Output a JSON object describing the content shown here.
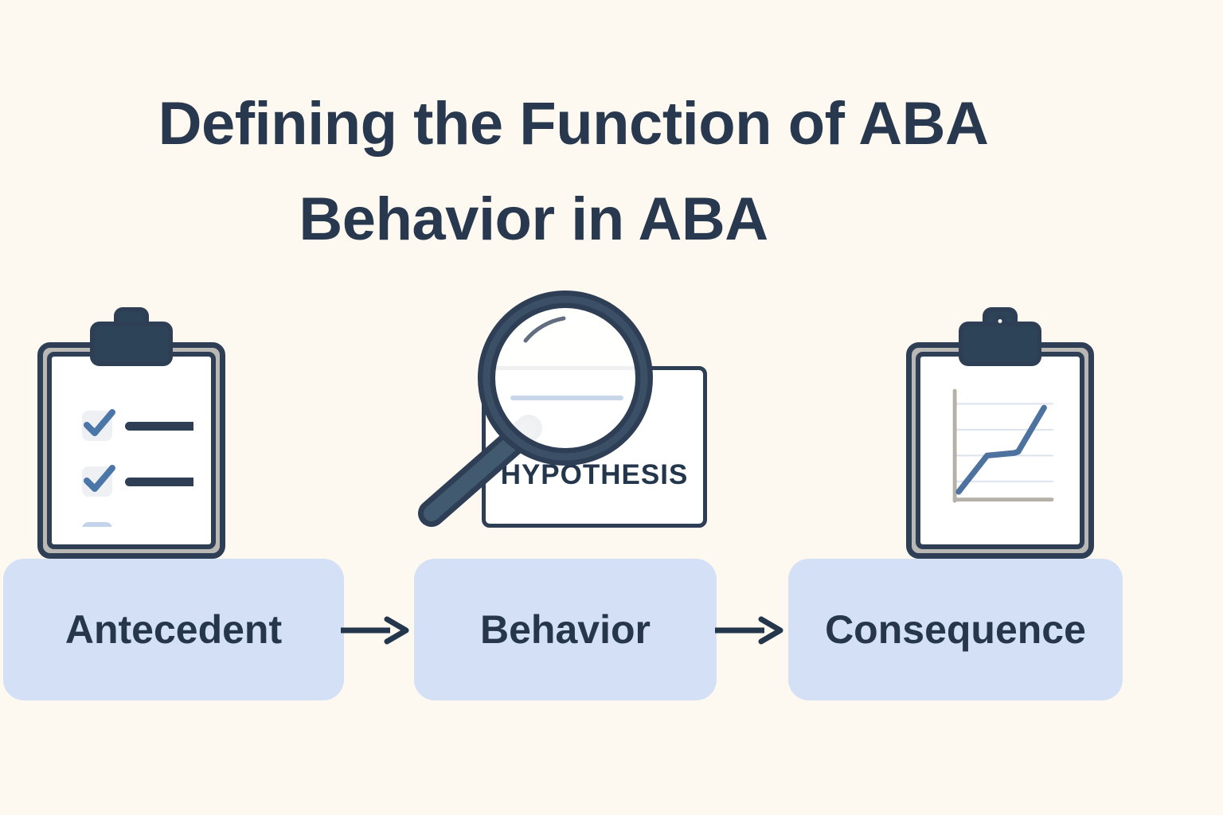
{
  "page": {
    "background_color": "#fdf9f0",
    "ink_color": "#28384e",
    "accent_box_color": "#d4e0f6",
    "accent_blue": "#4e74a4"
  },
  "title": {
    "line1": "Defining the Function of ABA",
    "line2": "Behavior in ABA"
  },
  "icons": {
    "left_clipboard": {
      "name": "checklist-clipboard",
      "items": [
        {
          "checked": true
        },
        {
          "checked": true
        },
        {
          "checked": false
        }
      ]
    },
    "center": {
      "name": "magnifier-over-hypothesis-card",
      "card_label": "HYPOTHESIS"
    },
    "right_clipboard": {
      "name": "data-chart-clipboard",
      "chart_description": "rising line with plateau"
    }
  },
  "abc_flow": {
    "boxes": [
      {
        "label": "Antecedent"
      },
      {
        "label": "Behavior"
      },
      {
        "label": "Consequence"
      }
    ],
    "arrows": [
      {
        "name": "arrow-antecedent-to-behavior"
      },
      {
        "name": "arrow-behavior-to-consequence"
      }
    ]
  },
  "chart_data": {
    "type": "line",
    "title": "",
    "xlabel": "",
    "ylabel": "",
    "x": [
      0,
      1,
      2,
      3,
      4
    ],
    "values": [
      0,
      2.1,
      2.6,
      2.7,
      4.6
    ],
    "xlim": [
      0,
      4
    ],
    "ylim": [
      0,
      5
    ],
    "grid": true,
    "legend": "none",
    "series": [
      {
        "name": "behavior-trend",
        "values": [
          0,
          2.1,
          2.6,
          2.7,
          4.6
        ]
      }
    ]
  }
}
